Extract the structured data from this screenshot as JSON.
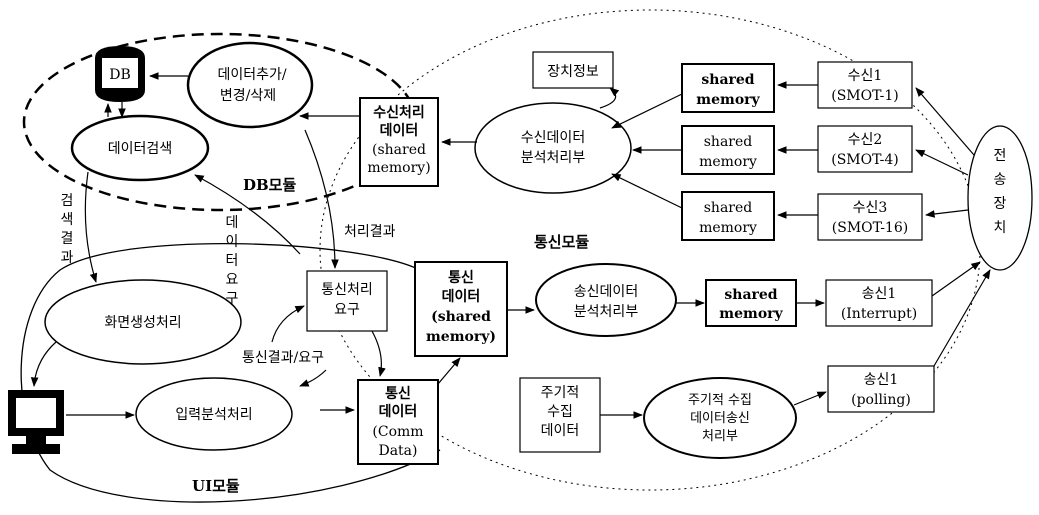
{
  "modules": {
    "db": "DB모듈",
    "comm": "통신모듈",
    "ui": "UI모듈"
  },
  "nodes": {
    "db": "DB",
    "data_edit_1": "데이터추가/",
    "data_edit_2": "변경/삭제",
    "data_search": "데이터검색",
    "device_info": "장치정보",
    "recv_proc_data_1": "수신처리",
    "recv_proc_data_2": "데이터",
    "recv_proc_data_3": "(shared",
    "recv_proc_data_4": "memory)",
    "recv_analysis_1": "수신데이터",
    "recv_analysis_2": "분석처리부",
    "shm1_1": "shared",
    "shm1_2": "memory",
    "shm2_1": "shared",
    "shm2_2": "memory",
    "shm3_1": "shared",
    "shm3_2": "memory",
    "recv1_1": "수신1",
    "recv1_2": "(SMOT-1)",
    "recv2_1": "수신2",
    "recv2_2": "(SMOT-4)",
    "recv3_1": "수신3",
    "recv3_2": "(SMOT-16)",
    "transmitter": "전송장치",
    "comm_req_1": "통신처리",
    "comm_req_2": "요구",
    "comm_data_1": "통신",
    "comm_data_2": "데이터",
    "comm_data_3": "(shared",
    "comm_data_4": "memory)",
    "send_analysis_1": "송신데이터",
    "send_analysis_2": "분석처리부",
    "shm4_1": "shared",
    "shm4_2": "memory",
    "send1_int_1": "송신1",
    "send1_int_2": "(Interrupt)",
    "screen_gen": "화면생성처리",
    "input_analysis": "입력분석처리",
    "ui_comm_data_1": "통신",
    "ui_comm_data_2": "데이터",
    "ui_comm_data_3": "(Comm",
    "ui_comm_data_4": "Data)",
    "periodic_data_1": "주기적",
    "periodic_data_2": "수집",
    "periodic_data_3": "데이터",
    "periodic_send_1": "주기적 수집",
    "periodic_send_2": "데이터송신",
    "periodic_send_3": "처리부",
    "send1_poll_1": "송신1",
    "send1_poll_2": "(polling)"
  },
  "labels": {
    "search_result": "검색결과",
    "data_request": "데이터요구",
    "process_result": "처리결과",
    "comm_result_req": "통신결과/요구"
  }
}
